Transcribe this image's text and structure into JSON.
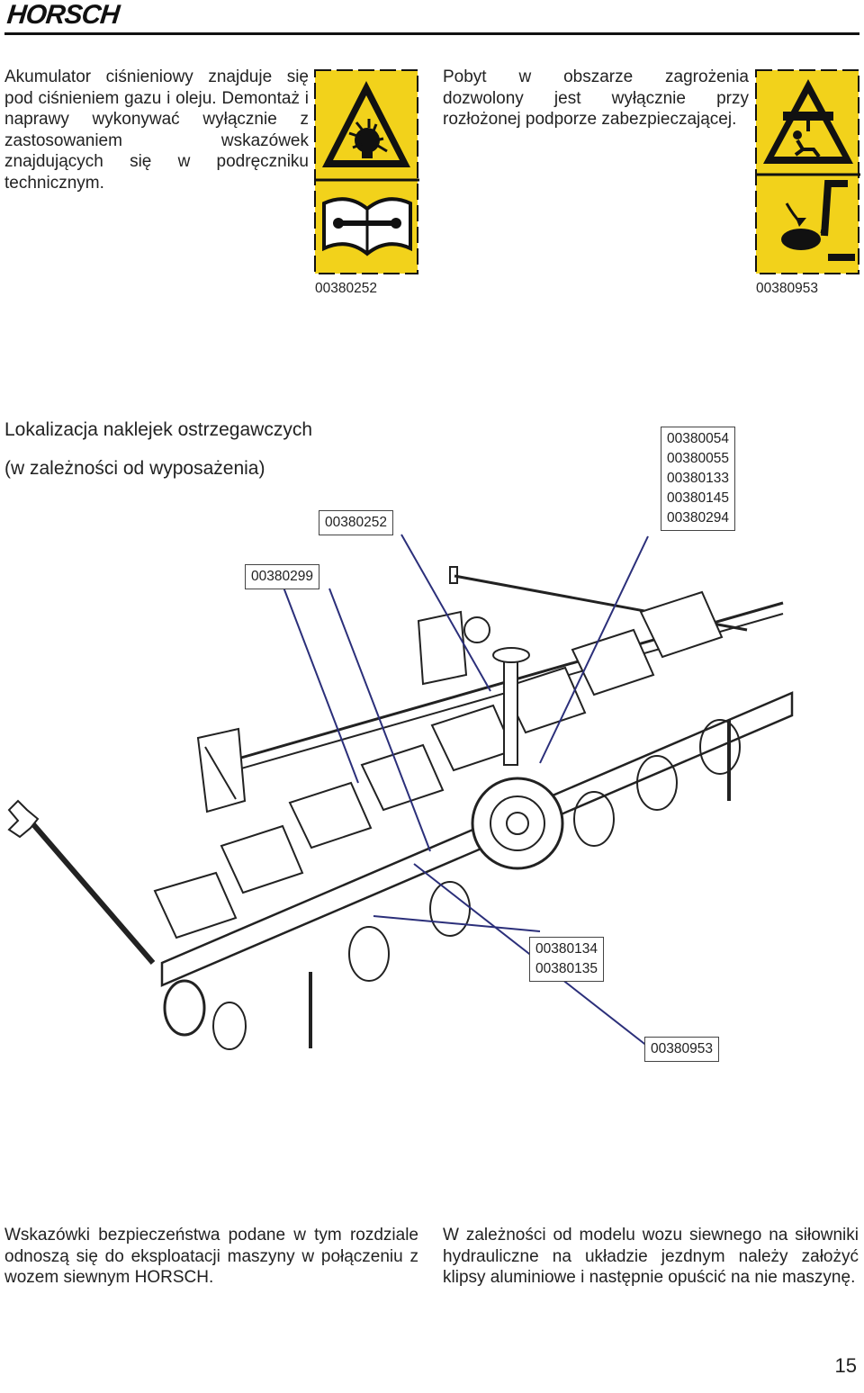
{
  "header": {
    "logo": "HORSCH"
  },
  "top": {
    "left_text": "Akumulator ciśnieniowy znajduje się pod ciśnieniem gazu i oleju. Demontaż i naprawy wykonywać wyłącznie z zastosowaniem wskazówek znajdujących się w podręczniku technicznym.",
    "left_sticker_code": "00380252",
    "right_text": "Pobyt w obszarze zagrożenia dozwolony jest wyłącznie przy rozłożonej podporze zabezpieczającej.",
    "right_sticker_code": "00380953"
  },
  "diagram": {
    "heading_line1": "Lokalizacja naklejek ostrzegawczych",
    "heading_line2": "(w zależności od wyposażenia)",
    "labels": {
      "center_top": [
        "00380252"
      ],
      "right_top": [
        "00380054",
        "00380055",
        "00380133",
        "00380145",
        "00380294"
      ],
      "left": [
        "00380299"
      ],
      "mid_lower": [
        "00380134",
        "00380135"
      ],
      "bottom_right": [
        "00380953"
      ]
    }
  },
  "bottom": {
    "left_text": "Wskazówki bezpieczeństwa podane w tym rozdziale odnoszą się do eksploatacji maszyny w połączeniu z wozem siewnym HORSCH.",
    "right_text": "W zależności od modelu wozu siewnego na siłowniki hydrauliczne na układzie jezdnym należy założyć klipsy aluminiowe i następnie opuścić na nie maszynę."
  },
  "page_number": "15",
  "colors": {
    "warning_yellow": "#f2d21b",
    "callout_line": "#2b2f7a",
    "text": "#222222"
  }
}
